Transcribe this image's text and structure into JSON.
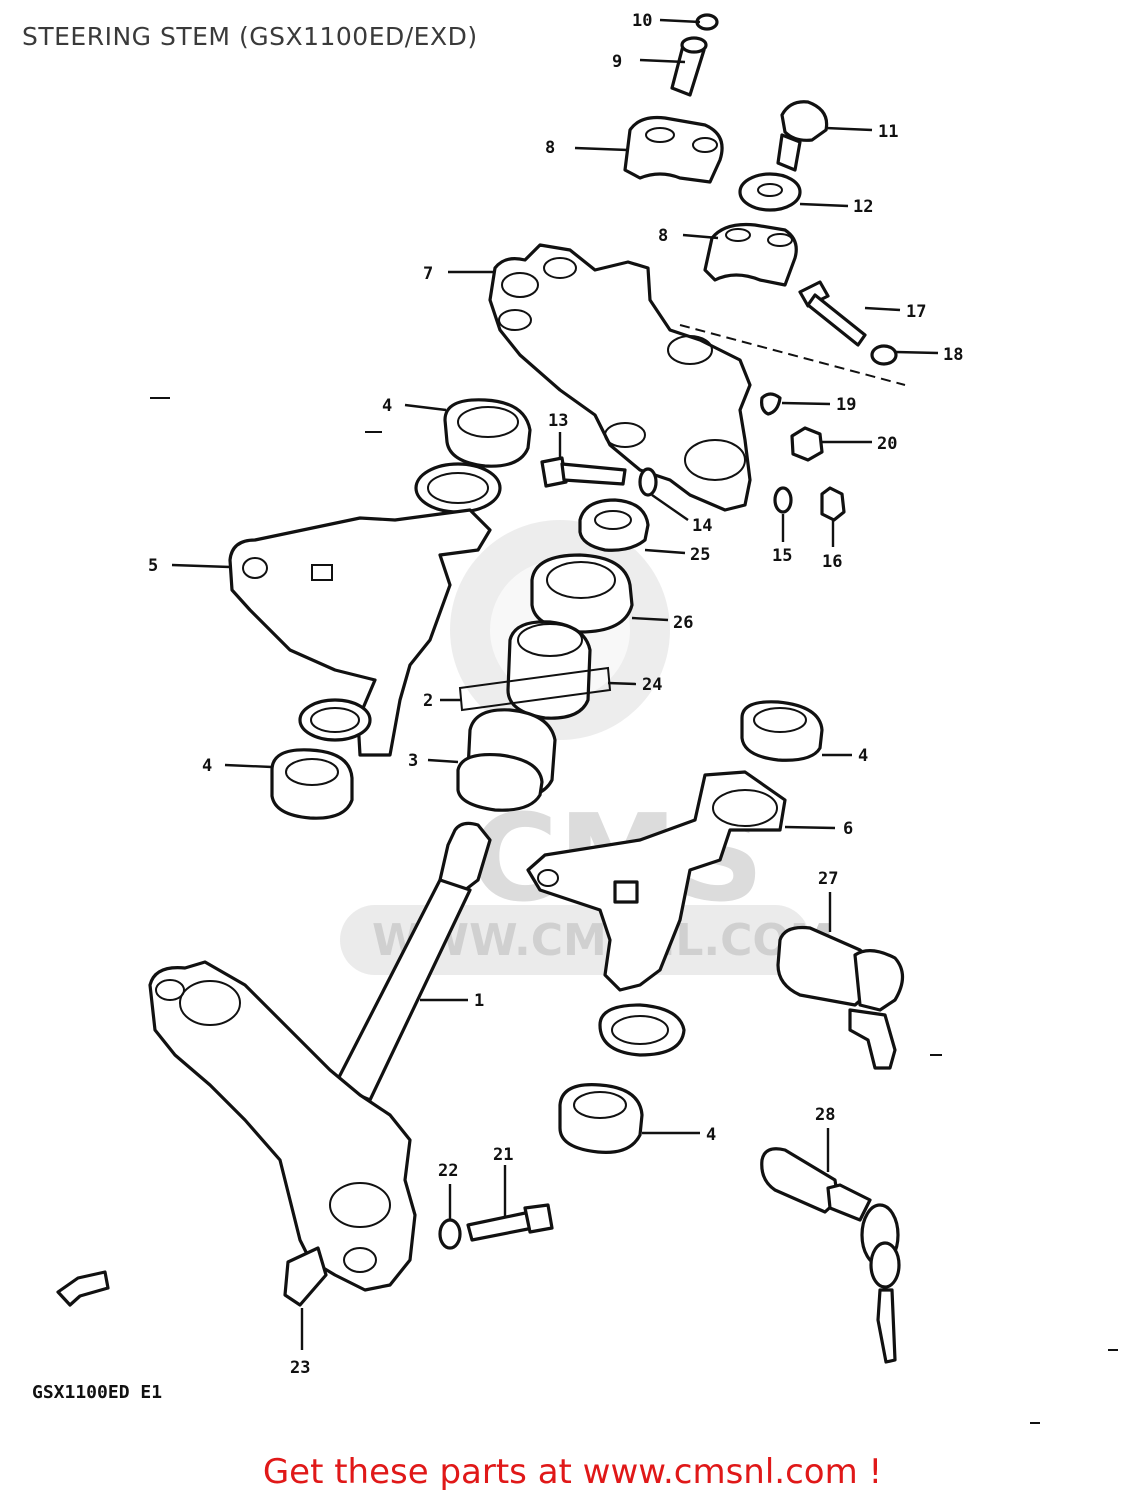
{
  "title": "STEERING STEM (GSX1100ED/EXD)",
  "model_code": "GSX1100ED E1",
  "footer": "Get these parts at www.cmsnl.com !",
  "watermark": {
    "brand": "CMS",
    "url": "WWW.CMSNL.COM"
  },
  "callouts": [
    "10",
    "9",
    "11",
    "8",
    "12",
    "8",
    "7",
    "17",
    "18",
    "4",
    "19",
    "13",
    "20",
    "14",
    "15",
    "16",
    "5",
    "25",
    "26",
    "24",
    "2",
    "4",
    "3",
    "4",
    "6",
    "27",
    "1",
    "4",
    "28",
    "22",
    "21",
    "23"
  ],
  "colors": {
    "footer": "#e01818",
    "title": "#3a3a3a",
    "ink": "#111111",
    "watermark": "#d8d8d8"
  }
}
